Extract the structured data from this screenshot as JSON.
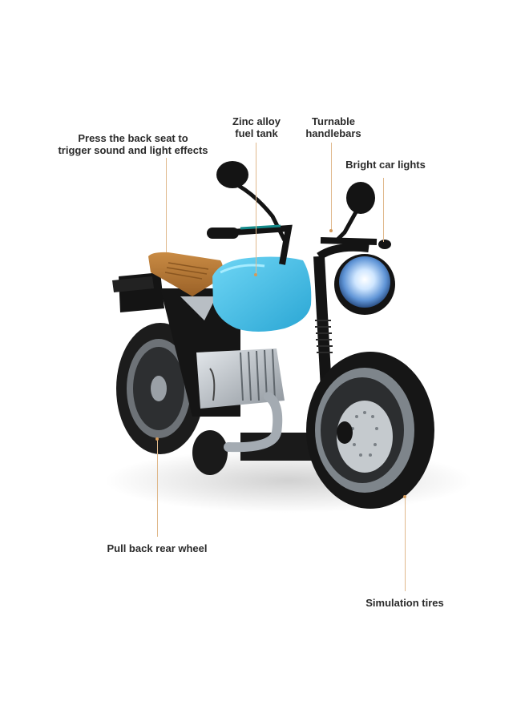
{
  "diagram": {
    "subject": "Toy motorcycle feature callouts",
    "callouts": [
      {
        "id": "seat",
        "text_line1": "Press the back seat to",
        "text_line2": "trigger sound and light effects"
      },
      {
        "id": "tank",
        "text_line1": "Zinc alloy",
        "text_line2": "fuel tank"
      },
      {
        "id": "handlebars",
        "text_line1": "Turnable",
        "text_line2": "handlebars"
      },
      {
        "id": "lights",
        "text_line1": "Bright car lights"
      },
      {
        "id": "rear_wheel",
        "text_line1": "Pull back rear wheel"
      },
      {
        "id": "tires",
        "text_line1": "Simulation tires"
      }
    ],
    "colors": {
      "background": "#ffffff",
      "label_text": "#2a2a2a",
      "leader_line": "#e0b98c",
      "tank": "#3bbfe6",
      "seat": "#b87a38",
      "body": "#1a1a1a",
      "chrome": "#b8bec4",
      "headlight": "#8fc2ff"
    }
  }
}
